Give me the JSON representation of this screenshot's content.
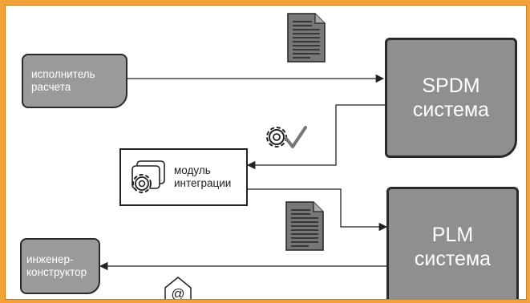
{
  "diagram": {
    "nodes": {
      "executor": {
        "label": "исполнитель\nрасчета"
      },
      "spdm": {
        "label": "SPDM\nсистема"
      },
      "integration": {
        "label": "модуль\nинтеграции"
      },
      "plm": {
        "label": "PLM\nсистема"
      },
      "engineer": {
        "label": "инженер-\nконструктор"
      }
    },
    "edges": [
      {
        "from": "executor",
        "to": "spdm",
        "icon": "document-icon"
      },
      {
        "from": "spdm",
        "to": "integration",
        "icon": "gear-check-icon"
      },
      {
        "from": "integration",
        "to": "plm",
        "icon": "document-icon"
      },
      {
        "from": "plm",
        "to": "engineer",
        "icon": "email-icon"
      }
    ],
    "colors": {
      "frame": "#f3a13a",
      "node_fill": "#8f8f8f",
      "line": "#222222"
    }
  }
}
